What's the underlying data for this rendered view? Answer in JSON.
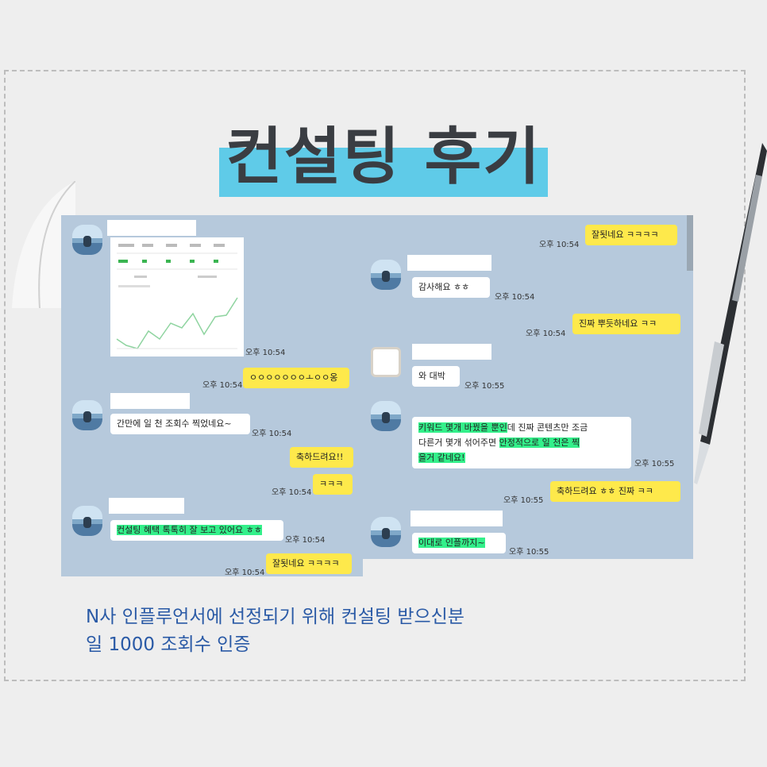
{
  "title": "컨설팅 후기",
  "left_chat": {
    "stats_time": "오후 10:54",
    "msgs": {
      "m1": {
        "text": "ㅇㅇㅇㅇㅇㅇㅇㅗㅇㅇ옹",
        "time": "오후 10:54"
      },
      "m2": {
        "text": "간만에 일 천 조회수 찍었네요~",
        "time": "오후 10:54"
      },
      "m3": {
        "text": "축하드려요!!"
      },
      "m4": {
        "text": "ㅋㅋㅋ",
        "time": "오후 10:54"
      },
      "m5": {
        "text": "컨설팅 혜택 톡톡히 잘 보고 있어요 ㅎㅎ",
        "time": "오후 10:54"
      },
      "m6": {
        "text": "잘됫네요 ㅋㅋㅋㅋ",
        "time": "오후 10:54"
      }
    }
  },
  "right_chat": {
    "msgs": {
      "r1": {
        "text": "잘됫네요 ㅋㅋㅋㅋ",
        "time": "오후 10:54"
      },
      "r2": {
        "text": "감사해요 ㅎㅎ",
        "time": "오후 10:54"
      },
      "r3": {
        "text": "진짜 뿌듯하네요 ㅋㅋ",
        "time": "오후 10:54"
      },
      "r4": {
        "text": "와 대박",
        "time": "오후 10:55"
      },
      "r5": {
        "time": "오후 10:55",
        "l1a": "키워드 몇개 바꿨을 뿐인",
        "l1b": "데 진짜 콘텐츠만 조금",
        "l2a": "다른거 몇개 섞어주면 ",
        "l2b": "안정적으로 일 천은 찍",
        "l3": "을거 같네요!"
      },
      "r6": {
        "text": "축하드려요 ㅎㅎ 진짜 ㅋㅋ",
        "time": "오후 10:55"
      },
      "r7": {
        "text": "이대로 인플까지~",
        "time": "오후 10:55"
      }
    }
  },
  "caption": {
    "line1": "N사 인플루언서에 선정되기 위해 컨설팅 받으신분",
    "line2": "일 1000 조회수 인증"
  },
  "colors": {
    "background": "#eeeeee",
    "title_highlight": "#5fcbe8",
    "chat_bg": "#b6c9dc",
    "bubble_yellow": "#fee94b",
    "text_highlight": "#33f08a",
    "caption": "#2a5aa6"
  }
}
